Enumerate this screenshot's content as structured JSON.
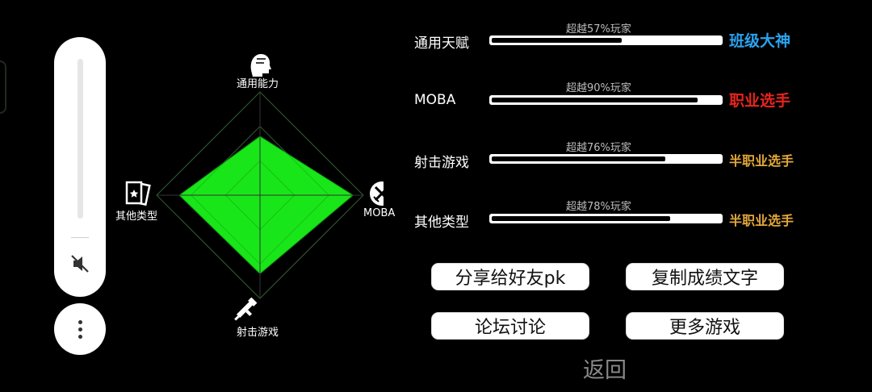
{
  "colors": {
    "fill": "#19e619",
    "blue": "#2aa3f0",
    "red": "#e8241c",
    "gold": "#e3a83a"
  },
  "radar": {
    "axes": [
      "通用能力",
      "MOBA",
      "射击游戏",
      "其他类型"
    ],
    "values": [
      0.57,
      0.9,
      0.76,
      0.78
    ],
    "icons": [
      "head-icon",
      "swords-icon",
      "rifle-icon",
      "card-icon"
    ]
  },
  "stats": [
    {
      "label": "通用天赋",
      "caption": "超越57%玩家",
      "percent": 57,
      "rank": "班级大神",
      "rank_color": "#2aa3f0"
    },
    {
      "label": "MOBA",
      "caption": "超越90%玩家",
      "percent": 90,
      "rank": "职业选手",
      "rank_color": "#e8241c"
    },
    {
      "label": "射击游戏",
      "caption": "超越76%玩家",
      "percent": 76,
      "rank": "半职业选手",
      "rank_color": "#e3a83a"
    },
    {
      "label": "其他类型",
      "caption": "超越78%玩家",
      "percent": 78,
      "rank": "半职业选手",
      "rank_color": "#e3a83a"
    }
  ],
  "buttons": {
    "share": "分享给好友pk",
    "copy": "复制成绩文字",
    "forum": "论坛讨论",
    "more_games": "更多游戏"
  },
  "back": "返回"
}
